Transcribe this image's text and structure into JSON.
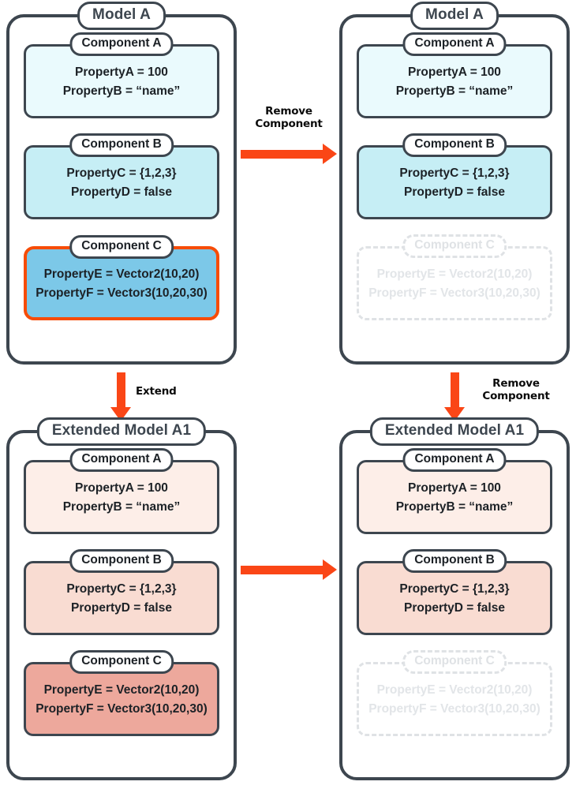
{
  "diagram": {
    "title": "Model component extension and removal diagram",
    "colors": {
      "border": "#3d464f",
      "accent_orange": "#fa4616",
      "highlight_orange": "#f74c07",
      "removed_grey": "#dfe2e5",
      "component_a_blue": "#eafafd",
      "component_b_blue": "#c6eef5",
      "component_c_blue": "#7cc8e8",
      "component_a_pink": "#fdeee8",
      "component_b_pink": "#f9dcd2",
      "component_c_pink": "#eda89c"
    }
  },
  "panels": {
    "top_left": {
      "title": "Model A",
      "components": [
        {
          "title": "Component A",
          "properties": [
            "PropertyA = 100",
            "PropertyB = “name”"
          ],
          "state": "normal"
        },
        {
          "title": "Component B",
          "properties": [
            "PropertyC = {1,2,3}",
            "PropertyD = false"
          ],
          "state": "normal"
        },
        {
          "title": "Component C",
          "properties": [
            "PropertyE = Vector2(10,20)",
            "PropertyF = Vector3(10,20,30)"
          ],
          "state": "selected"
        }
      ]
    },
    "top_right": {
      "title": "Model A",
      "components": [
        {
          "title": "Component A",
          "properties": [
            "PropertyA = 100",
            "PropertyB = “name”"
          ],
          "state": "normal"
        },
        {
          "title": "Component B",
          "properties": [
            "PropertyC = {1,2,3}",
            "PropertyD = false"
          ],
          "state": "normal"
        },
        {
          "title": "Component C",
          "properties": [
            "PropertyE = Vector2(10,20)",
            "PropertyF = Vector3(10,20,30)"
          ],
          "state": "removed"
        }
      ]
    },
    "bottom_left": {
      "title": "Extended Model A1",
      "components": [
        {
          "title": "Component A",
          "properties": [
            "PropertyA = 100",
            "PropertyB = “name”"
          ],
          "state": "normal"
        },
        {
          "title": "Component B",
          "properties": [
            "PropertyC = {1,2,3}",
            "PropertyD = false"
          ],
          "state": "normal"
        },
        {
          "title": "Component C",
          "properties": [
            "PropertyE = Vector2(10,20)",
            "PropertyF = Vector3(10,20,30)"
          ],
          "state": "normal"
        }
      ]
    },
    "bottom_right": {
      "title": "Extended Model A1",
      "components": [
        {
          "title": "Component A",
          "properties": [
            "PropertyA = 100",
            "PropertyB = “name”"
          ],
          "state": "normal"
        },
        {
          "title": "Component B",
          "properties": [
            "PropertyC = {1,2,3}",
            "PropertyD = false"
          ],
          "state": "normal"
        },
        {
          "title": "Component C",
          "properties": [
            "PropertyE = Vector2(10,20)",
            "PropertyF = Vector3(10,20,30)"
          ],
          "state": "removed"
        }
      ]
    }
  },
  "arrows": {
    "top_horizontal": {
      "label": "Remove\nComponent",
      "direction": "right"
    },
    "left_vertical": {
      "label": "Extend",
      "direction": "down"
    },
    "right_vertical": {
      "label": "Remove\nComponent",
      "direction": "down"
    },
    "bottom_horizontal": {
      "label": "",
      "direction": "right"
    }
  }
}
